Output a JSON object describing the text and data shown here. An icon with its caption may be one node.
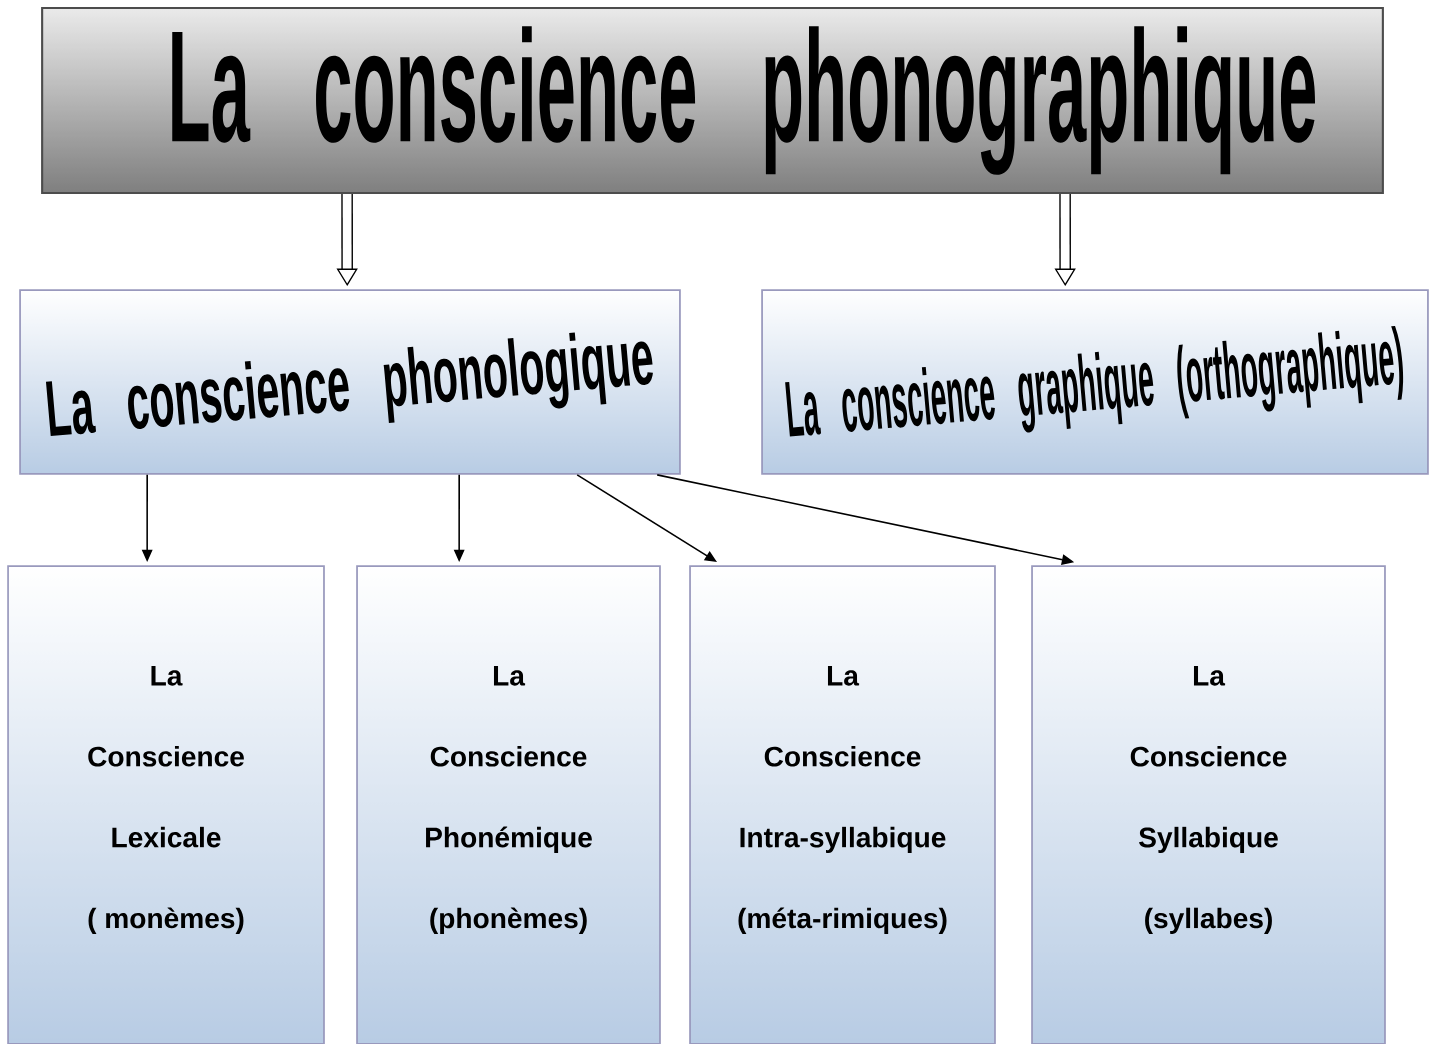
{
  "diagram": {
    "nodes": [
      {
        "text": [
          "La conscience phonographique"
        ]
      },
      {
        "text": [
          "La conscience phonologique"
        ]
      },
      {
        "text": [
          "La conscience graphique (orthographique)"
        ]
      },
      {
        "text": [
          "La",
          "Conscience",
          "Lexicale",
          "( monèmes)"
        ]
      },
      {
        "text": [
          "La",
          "Conscience",
          "Phonémique",
          "(phonèmes)"
        ]
      },
      {
        "text": [
          "La",
          "Conscience",
          "Intra-syllabique",
          "(méta-rimiques)"
        ]
      },
      {
        "text": [
          "La",
          "Conscience",
          "Syllabique",
          "(syllabes)"
        ]
      }
    ],
    "edges": [
      {
        "from": 0,
        "to": 1,
        "arrow": "to",
        "style": "thick"
      },
      {
        "from": 0,
        "to": 2,
        "arrow": "to",
        "style": "thick"
      },
      {
        "from": 1,
        "to": 3,
        "arrow": "to"
      },
      {
        "from": 1,
        "to": 4,
        "arrow": "to"
      },
      {
        "from": 1,
        "to": 5,
        "arrow": "to"
      },
      {
        "from": 1,
        "to": 6,
        "arrow": "to"
      }
    ]
  }
}
